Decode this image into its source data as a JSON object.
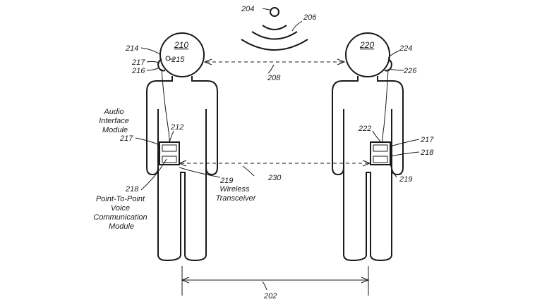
{
  "labels": {
    "l204": "204",
    "l206": "206",
    "l208": "208",
    "l210": "210",
    "l214": "214",
    "l215": "215",
    "l216": "216",
    "l217a": "217",
    "l217b": "217",
    "l217c": "217",
    "l212": "212",
    "l218a": "218",
    "l218b": "218",
    "l219a": "219",
    "l219b": "219",
    "l220": "220",
    "l224": "224",
    "l226": "226",
    "l222": "222",
    "l230": "230",
    "l202": "202"
  },
  "captions": {
    "audio_module": [
      "Audio",
      "Interface",
      "Module"
    ],
    "p2p_module": [
      "Point-To-Point",
      "Voice",
      "Communication",
      "Module"
    ],
    "transceiver": [
      "Wireless",
      "Transceiver"
    ]
  }
}
